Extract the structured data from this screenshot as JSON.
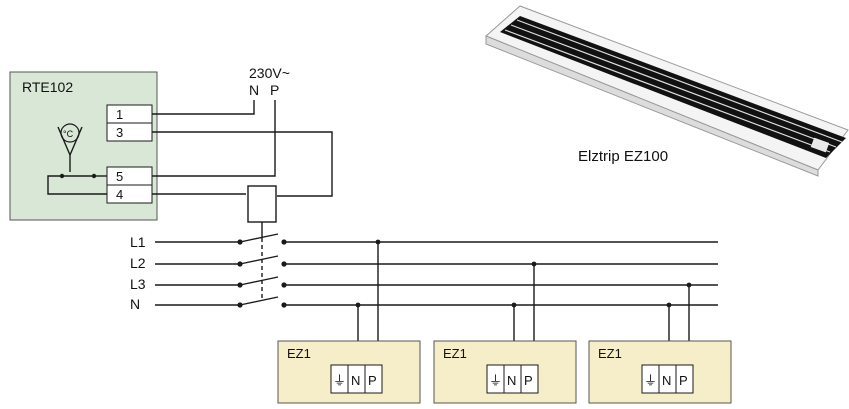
{
  "colors": {
    "thermostat_box_fill": "#d9e8d6",
    "unit_box_fill": "#f6eec8",
    "line": "#1a1a1a",
    "heater_body": "#ffffff",
    "heater_grille": "#111111"
  },
  "supply": {
    "voltage": "230V~",
    "n_label": "N",
    "p_label": "P"
  },
  "thermostat": {
    "title": "RTE102",
    "terminals": [
      "1",
      "3",
      "5",
      "4"
    ],
    "sensor_symbol": "°C"
  },
  "bus_lines": [
    "L1",
    "L2",
    "L3",
    "N"
  ],
  "product_label": "Elztrip EZ100",
  "units": [
    {
      "title": "EZ1",
      "terminals": [
        "⏚",
        "N",
        "P"
      ]
    },
    {
      "title": "EZ1",
      "terminals": [
        "⏚",
        "N",
        "P"
      ]
    },
    {
      "title": "EZ1",
      "terminals": [
        "⏚",
        "N",
        "P"
      ]
    }
  ]
}
